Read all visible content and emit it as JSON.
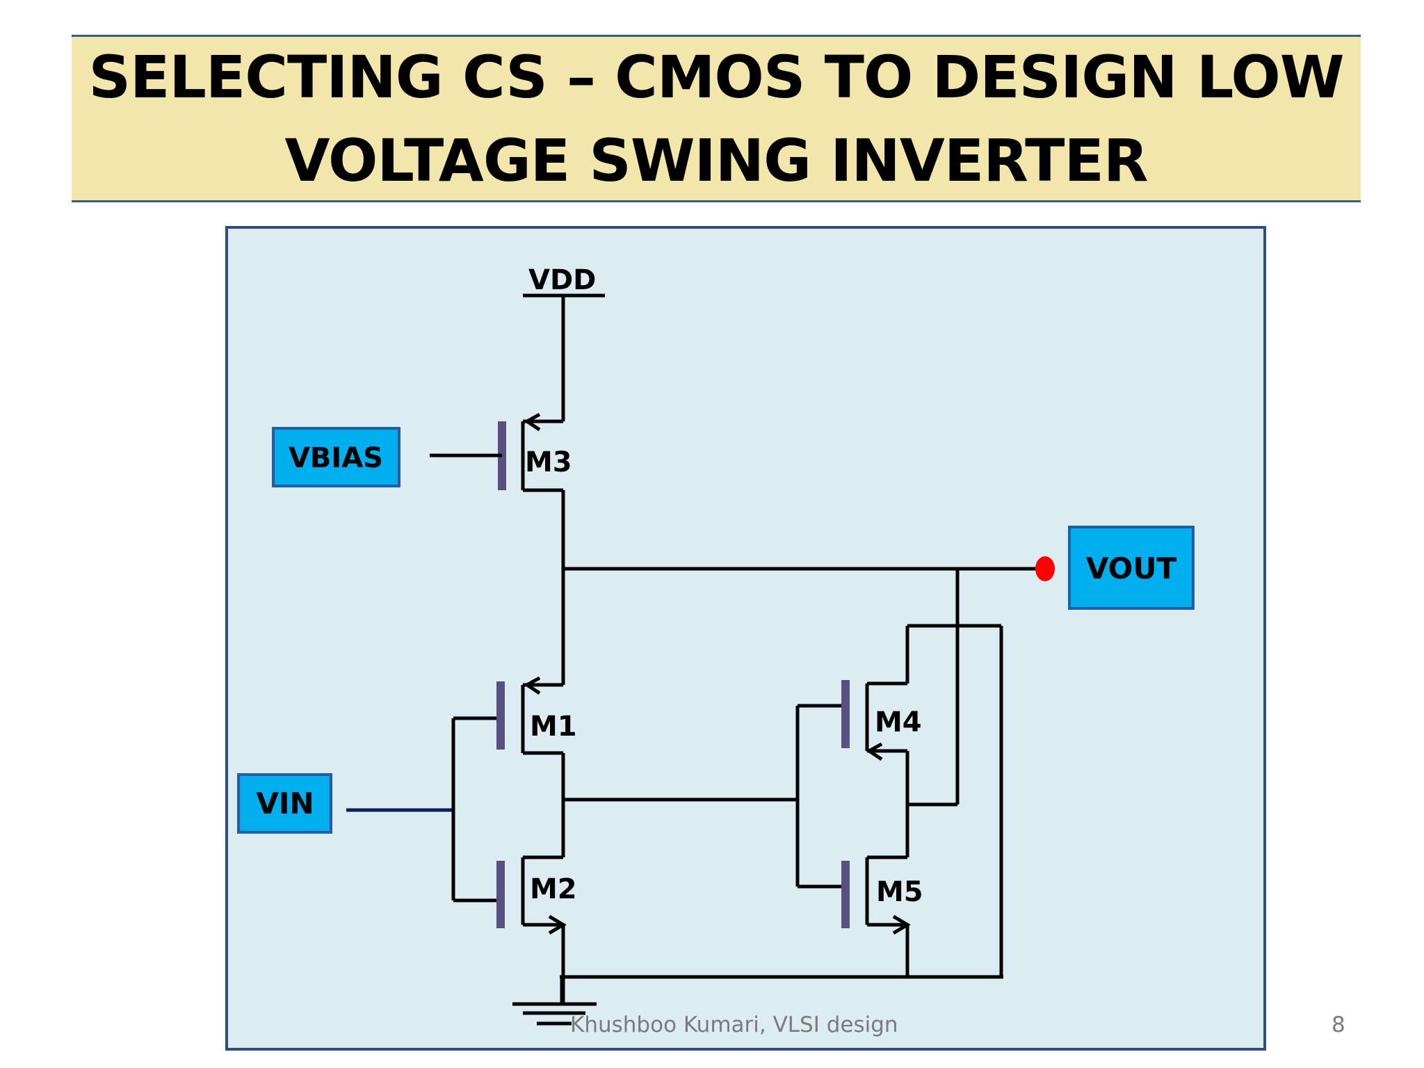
{
  "title": {
    "line1": "SELECTING CS – CMOS TO DESIGN LOW",
    "line2": "VOLTAGE SWING INVERTER"
  },
  "circuit": {
    "supply_label": "VDD",
    "ports": {
      "vbias": "VBIAS",
      "vin": "VIN",
      "vout": "VOUT"
    },
    "transistors": {
      "m1": "M1",
      "m2": "M2",
      "m3": "M3",
      "m4": "M4",
      "m5": "M5"
    }
  },
  "footer": {
    "author": "Khushboo Kumari, VLSI design",
    "page_number": "8"
  },
  "colors": {
    "banner": "#f2e6aa",
    "diagram_background": "#dcecf2",
    "port_box": "#00aeef",
    "gate_plate": "#5a5080",
    "output_node": "#ff0000"
  }
}
